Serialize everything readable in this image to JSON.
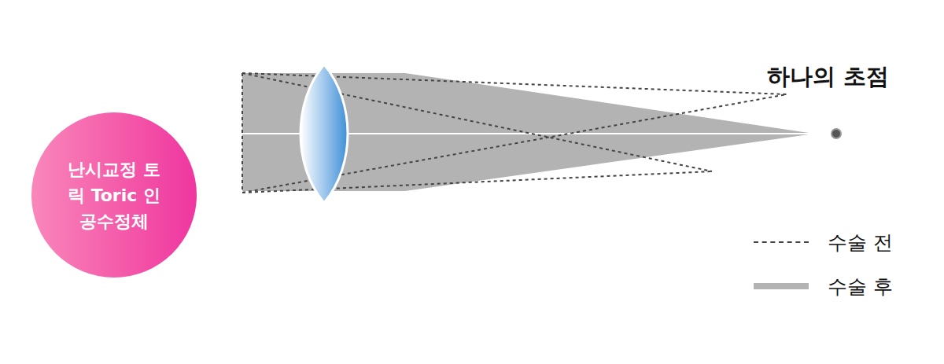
{
  "diagram": {
    "nodes": [
      {
        "text": [
          "난시교정 토릭 Toric 인공수정체"
        ]
      }
    ],
    "labels": [
      "하나의 초점"
    ],
    "legend": [
      {
        "text": "수술 전"
      },
      {
        "text": "수술 후",
        "color": "#b3b3b3"
      }
    ]
  }
}
